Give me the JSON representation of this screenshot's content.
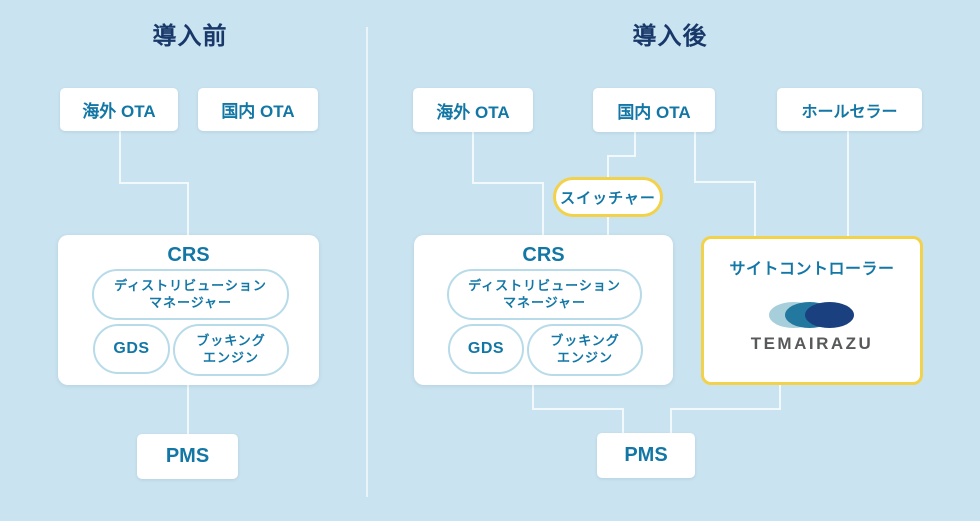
{
  "colors": {
    "background": "#cae3f0",
    "node_text_teal": "#1377a6",
    "section_title_navy": "#19386a",
    "accent_yellow": "#f2d24b",
    "pill_border_blue": "#b7dbe9",
    "connector_line": "#f2f9fc",
    "logo_ellipse_light": "#a7cfdb",
    "logo_ellipse_mid": "#23789f",
    "logo_ellipse_dark": "#1a4080",
    "logo_text_gray": "#58595b"
  },
  "before": {
    "title": "導入前",
    "overseas_ota": "海外 OTA",
    "domestic_ota": "国内 OTA",
    "crs_title": "CRS",
    "dm_line1": "ディストリビューション",
    "dm_line2": "マネージャー",
    "gds": "GDS",
    "be_line1": "ブッキング",
    "be_line2": "エンジン",
    "pms": "PMS"
  },
  "after": {
    "title": "導入後",
    "overseas_ota": "海外 OTA",
    "domestic_ota": "国内 OTA",
    "wholesaler": "ホールセラー",
    "switcher": "スイッチャー",
    "crs_title": "CRS",
    "dm_line1": "ディストリビューション",
    "dm_line2": "マネージャー",
    "gds": "GDS",
    "be_line1": "ブッキング",
    "be_line2": "エンジン",
    "site_controller": "サイトコントローラー",
    "logo_text": "TEMAIRAZU",
    "pms": "PMS"
  }
}
